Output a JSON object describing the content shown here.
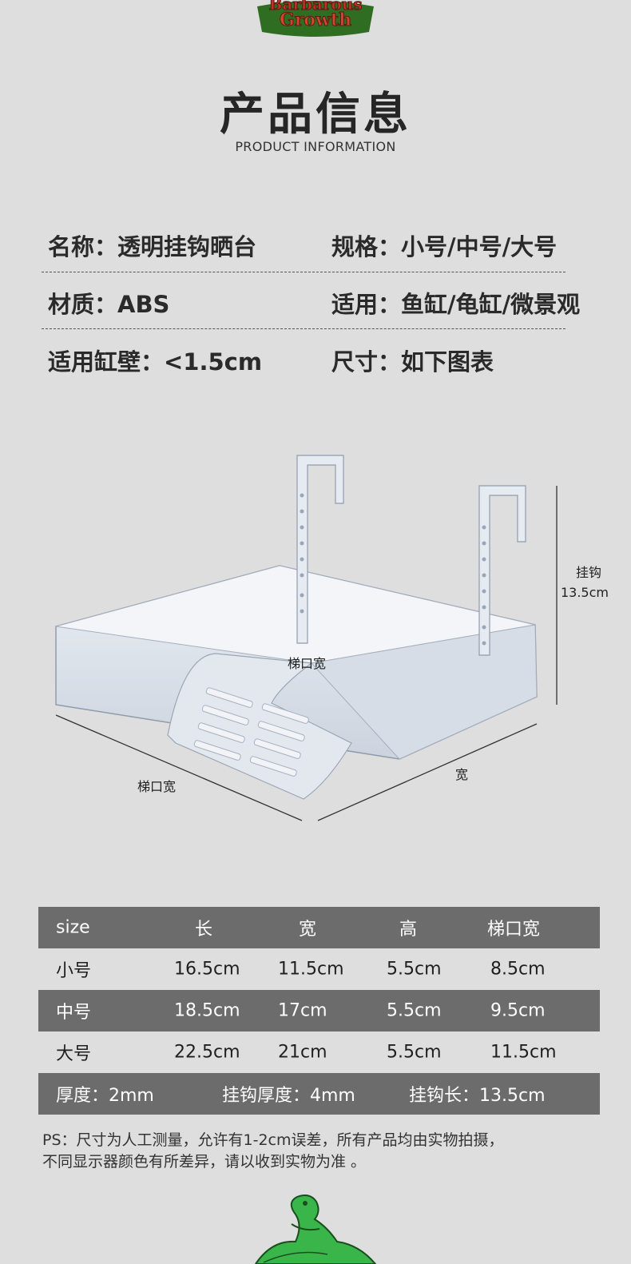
{
  "brand": {
    "line1": "Barbarous",
    "line2": "Growth"
  },
  "header": {
    "title_cn": "产品信息",
    "title_en": "PRODUCT INFORMATION"
  },
  "info": {
    "rows": [
      {
        "left": "名称：透明挂钩晒台",
        "right": "规格：小号/中号/大号"
      },
      {
        "left": "材质：ABS",
        "right": "适用：鱼缸/龟缸/微景观"
      },
      {
        "left": "适用缸壁：<1.5cm",
        "right": "尺寸：如下图表"
      }
    ]
  },
  "diagram": {
    "hook_label_line1": "挂钩",
    "hook_label_line2": "13.5cm",
    "ladder_width_inner": "梯口宽",
    "ladder_width_front": "梯口宽",
    "width_label": "宽"
  },
  "size_table": {
    "headers": [
      "size",
      "长",
      "宽",
      "高",
      "梯口宽"
    ],
    "rows": [
      [
        "小号",
        "16.5cm",
        "11.5cm",
        "5.5cm",
        "8.5cm"
      ],
      [
        "中号",
        "18.5cm",
        "17cm",
        "5.5cm",
        "9.5cm"
      ],
      [
        "大号",
        "22.5cm",
        "21cm",
        "5.5cm",
        "11.5cm"
      ]
    ],
    "footer": [
      "厚度：2mm",
      "挂钩厚度：4mm",
      "挂钩长：13.5cm"
    ]
  },
  "note": {
    "line1": "PS：尺寸为人工测量，允许有1-2cm误差，所有产品均由实物拍摄，",
    "line2": "不同显示器颜色有所差异，请以收到实物为准 。"
  },
  "colors": {
    "table_dark": "#6c6c6c",
    "background": "#dedede",
    "logo_red": "#c0322b",
    "logo_green": "#3a8a2a"
  }
}
